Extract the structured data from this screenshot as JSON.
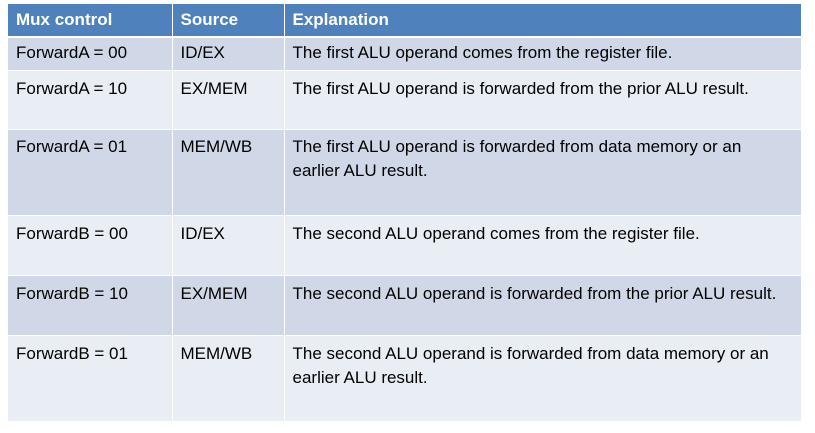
{
  "table": {
    "headers": [
      "Mux control",
      "Source",
      "Explanation"
    ],
    "rows": [
      {
        "mux": "ForwardA = 00",
        "source": "ID/EX",
        "explanation": "The first ALU operand comes from the register file."
      },
      {
        "mux": "ForwardA = 10",
        "source": "EX/MEM",
        "explanation": "The first ALU operand is forwarded from the prior ALU result."
      },
      {
        "mux": "ForwardA = 01",
        "source": "MEM/WB",
        "explanation": "The first ALU operand is forwarded from data memory or an earlier ALU result."
      },
      {
        "mux": "ForwardB = 00",
        "source": "ID/EX",
        "explanation": "The second ALU operand comes from the register file."
      },
      {
        "mux": "ForwardB = 10",
        "source": "EX/MEM",
        "explanation": "The second ALU operand is forwarded from the prior ALU result."
      },
      {
        "mux": "ForwardB = 01",
        "source": "MEM/WB",
        "explanation": "The second ALU operand is forwarded from data memory or an earlier ALU result."
      }
    ]
  },
  "colors": {
    "header_bg": "#4f81bd",
    "row_odd_bg": "#d0d8e8",
    "row_even_bg": "#e9edf4"
  }
}
